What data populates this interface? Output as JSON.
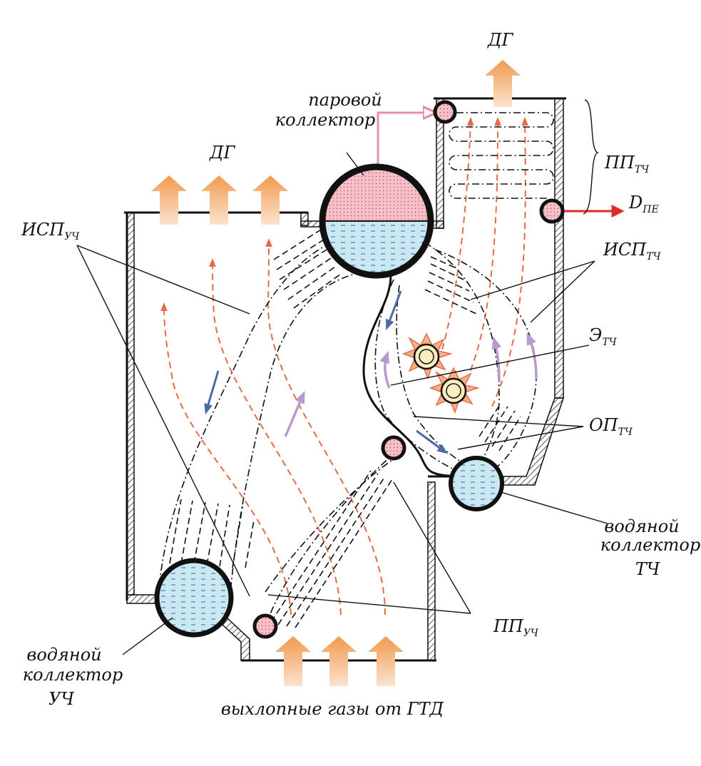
{
  "labels": {
    "exhaust_top_left": "ДГ",
    "exhaust_top_right": "ДГ",
    "steam_collector_line1": "паровой",
    "steam_collector_line2": "коллектор",
    "pp_tch_main": "ПП",
    "pp_tch_sub": "ТЧ",
    "d_pe_main": "D",
    "d_pe_sub": "ПЕ",
    "isp_uch_main": "ИСП",
    "isp_uch_sub": "УЧ",
    "isp_tch_main": "ИСП",
    "isp_tch_sub": "ТЧ",
    "e_tch_main": "Э",
    "e_tch_sub": "ТЧ",
    "op_tch_main": "ОП",
    "op_tch_sub": "ТЧ",
    "water_collector_tch_line1": "водяной",
    "water_collector_tch_line2": "коллектор",
    "water_collector_tch_line3": "ТЧ",
    "pp_uch_main": "ПП",
    "pp_uch_sub": "УЧ",
    "water_collector_uch_line1": "водяной",
    "water_collector_uch_line2": "коллектор",
    "water_collector_uch_line3": "УЧ",
    "exhaust_input": "выхлопные газы от ГТД"
  },
  "colors": {
    "gas_arrow": "#f4a55c",
    "gas_flow_line": "#e86a45",
    "steam_fill": "#f7c0c8",
    "water_fill": "#c9e8f2",
    "down_flow": "#4a6aa8",
    "up_flow": "#b79ad0",
    "steam_line": "#e58fb0",
    "output_arrow": "#e02828",
    "burner_flame": "#f4b08a",
    "burner_core": "#f8eec0"
  }
}
